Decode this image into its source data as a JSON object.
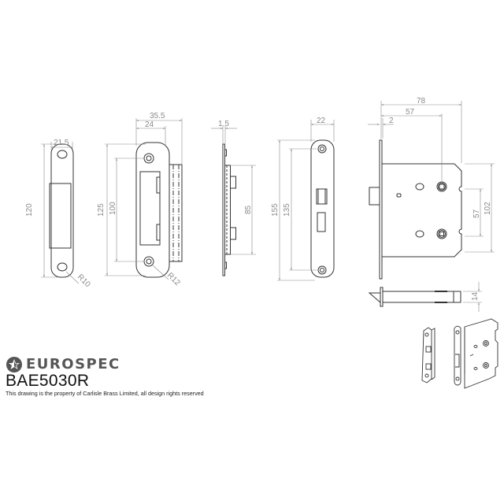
{
  "brand": {
    "name": "EUROSPEC",
    "logo_icon": "star-circle-icon"
  },
  "product": {
    "code": "BAE5030R",
    "disclaimer": "This drawing is the property of Carlisle Brass Limited, all design rights reserved"
  },
  "views": {
    "strike_plate_front": {
      "width_label": "21.5",
      "height_label": "120",
      "radius_label": "R10"
    },
    "strike_box_front": {
      "overall_width_label": "35.5",
      "plate_width_label": "24",
      "height_label": "125",
      "fixing_centres_label": "100",
      "radius_label": "R12"
    },
    "strike_side": {
      "thickness_label": "1.5",
      "height_label": "85"
    },
    "forend_front": {
      "width_label": "22",
      "height_label": "155",
      "fixing_centres_label": "135"
    },
    "lock_body_side": {
      "case_depth_label": "78",
      "backset_label": "57",
      "forend_thickness_label": "2",
      "spindle_centres_label": "57",
      "case_height_label": "102"
    },
    "lock_body_top": {
      "thickness_label": "14"
    },
    "isometric": {
      "label": "isometric-view"
    }
  },
  "colors": {
    "line": "#333333",
    "dimension": "#8a8a8a",
    "brand": "#555555"
  }
}
